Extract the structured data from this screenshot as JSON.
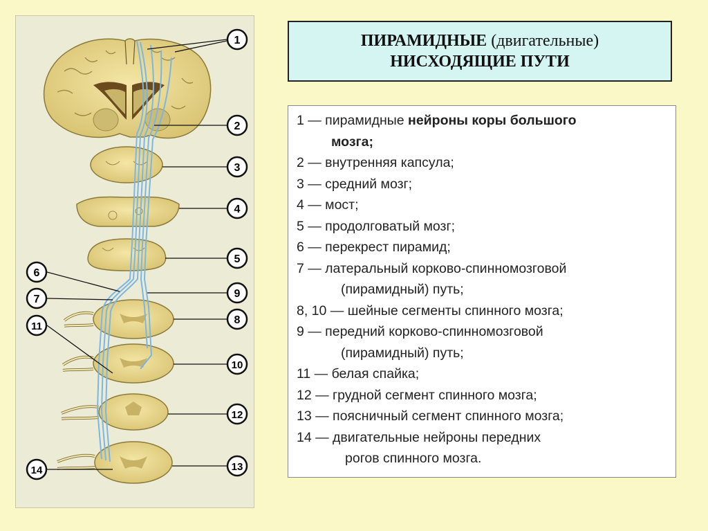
{
  "title": {
    "line1_main": "ПИРАМИДНЫЕ",
    "line1_sub": "(двигательные)",
    "line2": "НИСХОДЯЩИЕ ПУТИ"
  },
  "callouts": [
    "1",
    "2",
    "3",
    "4",
    "5",
    "6",
    "7",
    "8",
    "9",
    "10",
    "11",
    "12",
    "13",
    "14"
  ],
  "legend": {
    "item1_prefix": "1 — пирамидные ",
    "item1_bold_a": "нейроны коры большого",
    "item1_bold_b": "мозга;",
    "item2": "2 — внутренняя капсула;",
    "item3": "3 — средний мозг;",
    "item4": "4 — мост;",
    "item5": "5 — продолговатый мозг;",
    "item6": "6 — перекрест пирамид;",
    "item7_a": "7 — латеральный корково-спинномозговой",
    "item7_b": "(пирамидный) путь;",
    "item8": "8, 10 — шейные сегменты спинного мозга;",
    "item9_a": "9 —   передний корково-спинномозговой",
    "item9_b": "(пирамидный) путь;",
    "item11": "11 — белая спайка;",
    "item12": "12 — грудной сегмент спинного мозга;",
    "item13": "13 — поясничный сегмент спинного мозга;",
    "item14_a": "14 — двигательные нейроны передних",
    "item14_b": "рогов спинного мозга."
  },
  "colors": {
    "background": "#fbf8c8",
    "title_fill": "#d5f5f2",
    "tissue": "#e9d98c",
    "tissue_edge": "#8a7a3a",
    "pathway": "#7ab6e6",
    "ventricle": "#6b4a1e"
  }
}
